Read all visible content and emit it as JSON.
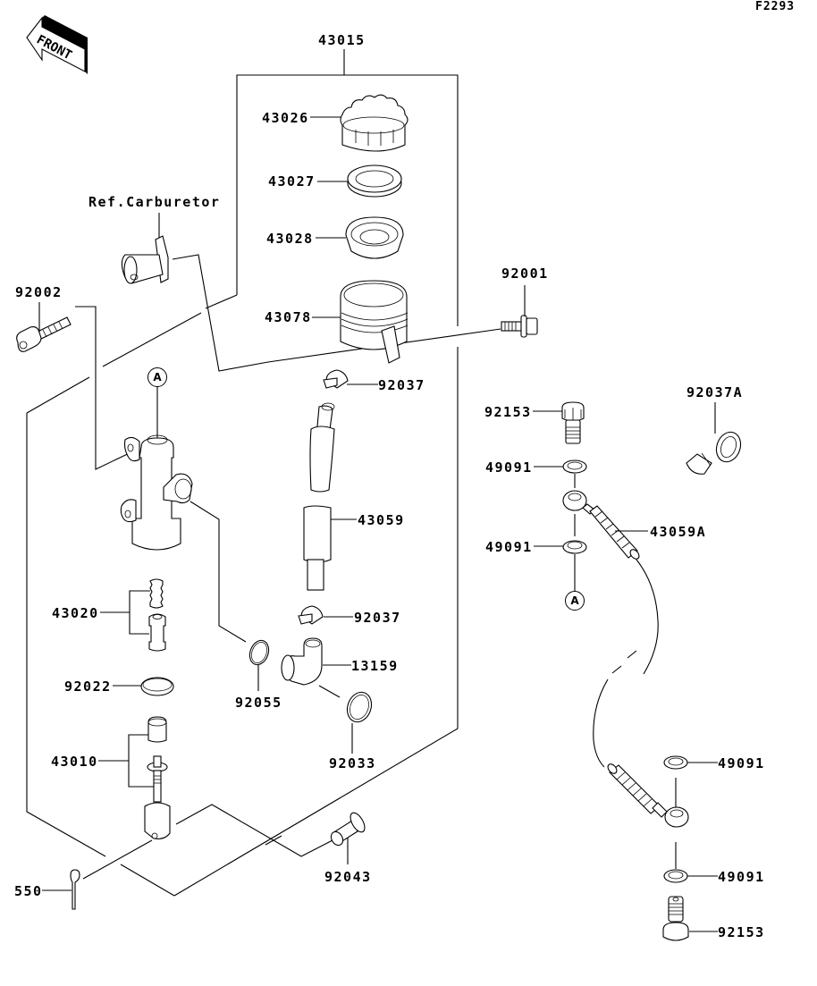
{
  "diagram": {
    "code": "F2293",
    "front_badge": "FRONT",
    "reference_note": "Ref.Carburetor",
    "callout_letter": "A",
    "assembly": {
      "part_no": "43015",
      "name": "reservoir-assembly"
    },
    "parts": [
      {
        "id": "p43026",
        "part_no": "43026",
        "name": "reservoir-cap"
      },
      {
        "id": "p43027",
        "part_no": "43027",
        "name": "cap-plate"
      },
      {
        "id": "p43028",
        "part_no": "43028",
        "name": "diaphragm"
      },
      {
        "id": "p43078",
        "part_no": "43078",
        "name": "reservoir-tank"
      },
      {
        "id": "p92001",
        "part_no": "92001",
        "name": "bolt"
      },
      {
        "id": "p92002",
        "part_no": "92002",
        "name": "socket-bolt"
      },
      {
        "id": "p92037_top",
        "part_no": "92037",
        "name": "hose-clamp-upper"
      },
      {
        "id": "p43059",
        "part_no": "43059",
        "name": "reservoir-hose"
      },
      {
        "id": "p92037_bottom",
        "part_no": "92037",
        "name": "hose-clamp-lower"
      },
      {
        "id": "p13159",
        "part_no": "13159",
        "name": "hose-elbow"
      },
      {
        "id": "p92033",
        "part_no": "92033",
        "name": "circlip"
      },
      {
        "id": "p92055",
        "part_no": "92055",
        "name": "o-ring"
      },
      {
        "id": "p43020",
        "part_no": "43020",
        "name": "piston-kit"
      },
      {
        "id": "p92022",
        "part_no": "92022",
        "name": "snap-ring"
      },
      {
        "id": "p43010",
        "part_no": "43010",
        "name": "push-rod"
      },
      {
        "id": "p550",
        "part_no": "550",
        "name": "cotter-pin"
      },
      {
        "id": "p92043",
        "part_no": "92043",
        "name": "clevis-pin"
      },
      {
        "id": "p92153_top",
        "part_no": "92153",
        "name": "banjo-bolt-upper"
      },
      {
        "id": "p49091_1",
        "part_no": "49091",
        "name": "washer-1"
      },
      {
        "id": "p49091_2",
        "part_no": "49091",
        "name": "washer-2"
      },
      {
        "id": "p43059A",
        "part_no": "43059A",
        "name": "brake-hose"
      },
      {
        "id": "p92037A",
        "part_no": "92037A",
        "name": "hose-clamp-a"
      },
      {
        "id": "p49091_3",
        "part_no": "49091",
        "name": "washer-3"
      },
      {
        "id": "p49091_4",
        "part_no": "49091",
        "name": "washer-4"
      },
      {
        "id": "p92153_bottom",
        "part_no": "92153",
        "name": "banjo-bolt-lower"
      }
    ]
  }
}
